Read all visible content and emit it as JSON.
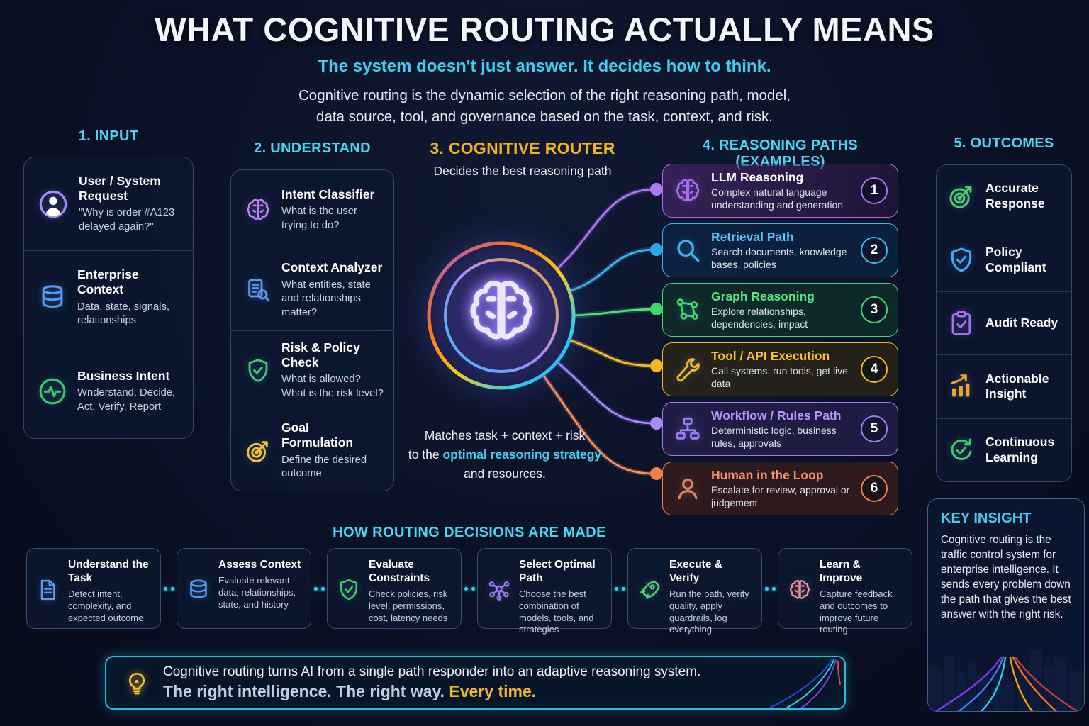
{
  "header": {
    "title": "WHAT COGNITIVE ROUTING ACTUALLY MEANS",
    "subtitle": "The system doesn't just answer. It decides how to think.",
    "description_line1": "Cognitive routing is the dynamic selection of the right reasoning path, model,",
    "description_line2": "data source, tool, and governance based on the task, context, and risk."
  },
  "columns": {
    "input": {
      "title": "1. INPUT",
      "items": [
        {
          "icon": "user-icon",
          "color": "#a78bfa",
          "title": "User / System Request",
          "desc": "\"Why is order #A123 delayed again?\""
        },
        {
          "icon": "database-icon",
          "color": "#4f9cf0",
          "title": "Enterprise Context",
          "desc": "Data, state, signals, relationships"
        },
        {
          "icon": "pulse-icon",
          "color": "#34d065",
          "title": "Business Intent",
          "desc": "Wnderstand, Decide, Act, Verify, Report"
        }
      ]
    },
    "understand": {
      "title": "2. UNDERSTAND",
      "items": [
        {
          "icon": "brain-icon",
          "color": "#c77df5",
          "title": "Intent Classifier",
          "desc": "What is the user trying to do?"
        },
        {
          "icon": "document-search-icon",
          "color": "#5b9bf0",
          "title": "Context Analyzer",
          "desc": "What entities, state and relationships matter?"
        },
        {
          "icon": "shield-check-icon",
          "color": "#3fd065",
          "title": "Risk & Policy Check",
          "desc": "What is allowed? What is the risk level?"
        },
        {
          "icon": "target-icon",
          "color": "#f6c12d",
          "title": "Goal Formulation",
          "desc": "Define the desired outcome"
        }
      ]
    },
    "router": {
      "title": "3. COGNITIVE ROUTER",
      "subtitle": "Decides the best reasoning path",
      "footer_line1": "Matches task + context + risk",
      "footer_line2_prefix": "to the ",
      "footer_line2_highlight": "optimal reasoning strategy",
      "footer_line3": "and resources."
    },
    "paths": {
      "title": "4. REASONING PATHS (EXAMPLES)",
      "items": [
        {
          "number": "1",
          "icon": "brain-icon",
          "color": "#b06af0",
          "title_color": "#ffffff",
          "title": "LLM Reasoning",
          "desc": "Complex natural language understanding and generation"
        },
        {
          "number": "2",
          "icon": "magnifier-icon",
          "color": "#38b6f0",
          "title_color": "#4fc9f2",
          "title": "Retrieval Path",
          "desc": "Search documents, knowledge bases, policies"
        },
        {
          "number": "3",
          "icon": "graph-icon",
          "color": "#45d66a",
          "title_color": "#5ee27f",
          "title": "Graph Reasoning",
          "desc": "Explore relationships, dependencies, impact"
        },
        {
          "number": "4",
          "icon": "wrench-icon",
          "color": "#f2b722",
          "title_color": "#f6c12d",
          "title": "Tool / API Execution",
          "desc": "Call systems, run tools, get live data"
        },
        {
          "number": "5",
          "icon": "flowchart-icon",
          "color": "#9f7cf5",
          "title_color": "#b794f6",
          "title": "Workflow / Rules Path",
          "desc": "Deterministic logic, business rules, approvals"
        },
        {
          "number": "6",
          "icon": "person-icon",
          "color": "#f08048",
          "title_color": "#f49264",
          "title": "Human in the Loop",
          "desc": "Escalate for review, approval or judgement"
        }
      ]
    },
    "outcomes": {
      "title": "5. OUTCOMES",
      "items": [
        {
          "icon": "target-arrow-icon",
          "color": "#4ad066",
          "label": "Accurate Response"
        },
        {
          "icon": "shield-check-icon",
          "color": "#3fa9f5",
          "label": "Policy Compliant"
        },
        {
          "icon": "clipboard-check-icon",
          "color": "#b06af0",
          "label": "Audit Ready"
        },
        {
          "icon": "chart-up-icon",
          "color": "#f2a71f",
          "label": "Actionable Insight"
        },
        {
          "icon": "refresh-check-icon",
          "color": "#3fd065",
          "label": "Continuous Learning"
        }
      ]
    }
  },
  "process": {
    "title": "HOW ROUTING DECISIONS ARE MADE",
    "steps": [
      {
        "icon": "document-icon",
        "color": "#5b9bf0",
        "title": "Understand the Task",
        "desc": "Detect intent, complexity, and expected outcome"
      },
      {
        "icon": "database-icon",
        "color": "#4f9cf0",
        "title": "Assess Context",
        "desc": "Evaluate relevant data, relationships, state, and history"
      },
      {
        "icon": "shield-check-icon",
        "color": "#3fd065",
        "title": "Evaluate Constraints",
        "desc": "Check policies, risk level, permissions, cost, latency needs"
      },
      {
        "icon": "network-icon",
        "color": "#9f7cf5",
        "title": "Select Optimal Path",
        "desc": "Choose the best combination of models, tools, and strategies"
      },
      {
        "icon": "rocket-icon",
        "color": "#45d66a",
        "title": "Execute & Verify",
        "desc": "Run the path, verify quality, apply guardrails, log everything"
      },
      {
        "icon": "brain-icon",
        "color": "#f28b8b",
        "title": "Learn & Improve",
        "desc": "Capture feedback and outcomes to improve future routing"
      }
    ]
  },
  "key_insight": {
    "title": "KEY INSIGHT",
    "body": "Cognitive routing is the traffic control system for enterprise intelligence. It sends every problem down the path that gives the best answer with the right risk."
  },
  "banner": {
    "line1": "Cognitive routing turns AI from a single path responder into an adaptive reasoning system.",
    "line2": "The right intelligence. The right way. ",
    "line2_highlight": "Every time."
  },
  "colors": {
    "background": "#0a1126",
    "accent_cyan": "#3ecfee",
    "accent_yellow": "#f4b31c",
    "arrow_blue": "#25a7e8"
  }
}
